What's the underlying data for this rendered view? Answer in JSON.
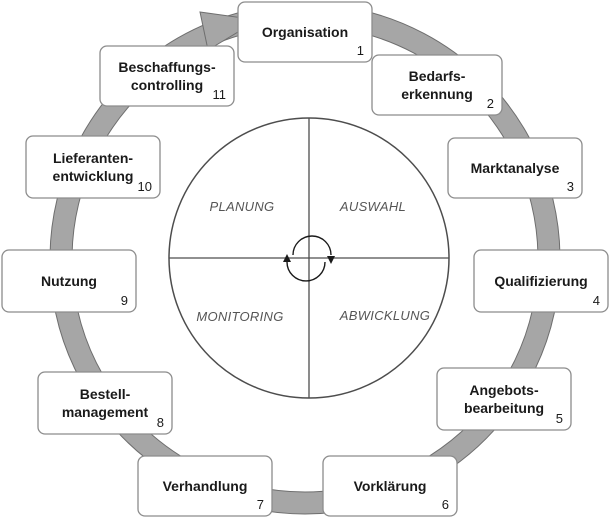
{
  "steps": [
    {
      "number": "1",
      "lines": [
        "Organisation"
      ]
    },
    {
      "number": "2",
      "lines": [
        "Bedarfs-",
        "erkennung"
      ]
    },
    {
      "number": "3",
      "lines": [
        "Marktanalyse"
      ]
    },
    {
      "number": "4",
      "lines": [
        "Qualifizierung"
      ]
    },
    {
      "number": "5",
      "lines": [
        "Angebots-",
        "bearbeitung"
      ]
    },
    {
      "number": "6",
      "lines": [
        "Vorklärung"
      ]
    },
    {
      "number": "7",
      "lines": [
        "Verhandlung"
      ]
    },
    {
      "number": "8",
      "lines": [
        "Bestell-",
        "management"
      ]
    },
    {
      "number": "9",
      "lines": [
        "Nutzung"
      ]
    },
    {
      "number": "10",
      "lines": [
        "Lieferanten-",
        "entwicklung"
      ]
    },
    {
      "number": "11",
      "lines": [
        "Beschaffungs-",
        "controlling"
      ]
    }
  ],
  "quadrants": {
    "top_left": "PLANUNG",
    "top_right": "AUSWAHL",
    "bottom_left": "MONITORING",
    "bottom_right": "ABWICKLUNG"
  },
  "colors": {
    "ring": "#a6a6a6",
    "ring_stroke": "#6e6e6e",
    "box_border": "#8c8c8c",
    "text": "#1a1a1a",
    "quadrant_text": "#555555"
  },
  "icons": {
    "center": "cycle-arrows-icon"
  }
}
